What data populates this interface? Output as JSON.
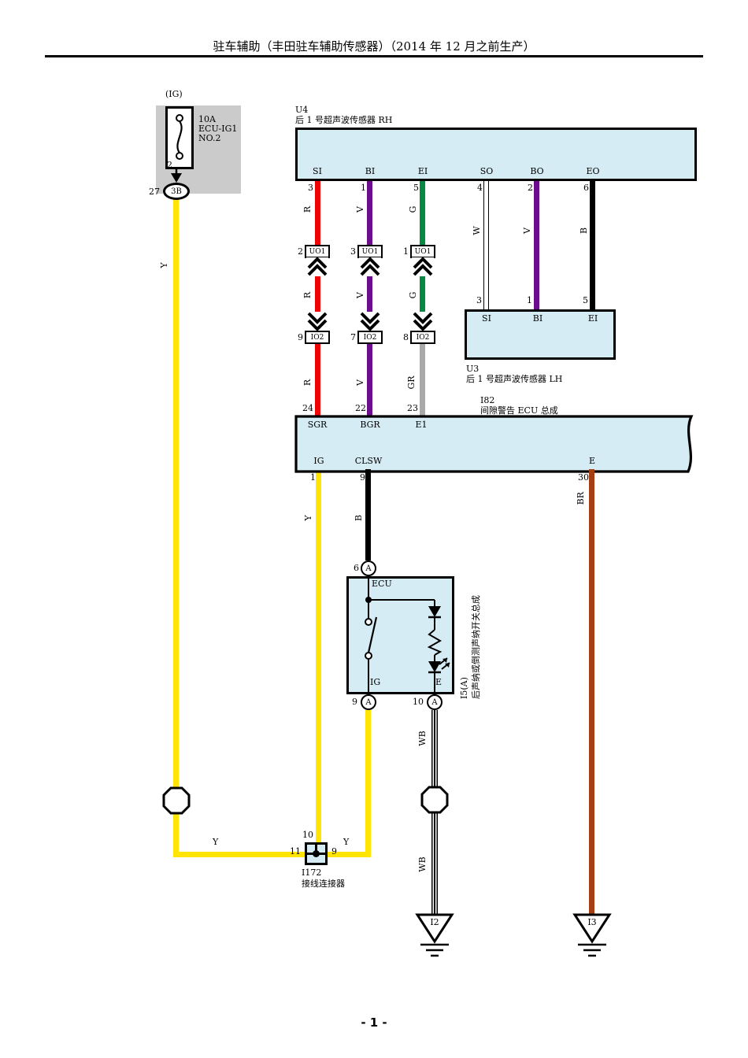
{
  "header": {
    "title": "驻车辅助（丰田驻车辅助传感器）（2014 年 12 月之前生产）"
  },
  "footer": {
    "page_number": "- 1 -"
  },
  "colors": {
    "wire_red": "#ee0405",
    "wire_violet": "#6b0d8c",
    "wire_green": "#068a43",
    "wire_yellow": "#ffe404",
    "wire_gray": "#a9a9a9",
    "wire_brown": "#a63e14",
    "wire_black": "#000000",
    "component_fill": "#d6ecf4",
    "fuse_area_fill": "#cbcbcb"
  },
  "fuse": {
    "top_label": "(IG)",
    "rating": "10A",
    "name_line1": "ECU-IG1",
    "name_line2": "NO.2",
    "pin": "2",
    "connector_number": "27",
    "connector_code": "3B"
  },
  "sensor_rh": {
    "code": "U4",
    "name": "后 1 号超声波传感器 RH",
    "pins": [
      {
        "name": "SI",
        "number": "3"
      },
      {
        "name": "BI",
        "number": "1"
      },
      {
        "name": "EI",
        "number": "5"
      },
      {
        "name": "SO",
        "number": "4"
      },
      {
        "name": "BO",
        "number": "2"
      },
      {
        "name": "EO",
        "number": "6"
      }
    ]
  },
  "sensor_lh": {
    "code": "U3",
    "name": "后 1 号超声波传感器 LH",
    "pins": [
      {
        "name": "SI",
        "number": "3"
      },
      {
        "name": "BI",
        "number": "1"
      },
      {
        "name": "EI",
        "number": "5"
      }
    ]
  },
  "inline_connectors": {
    "upper": {
      "code": "UO1",
      "pins": [
        "2",
        "3",
        "1"
      ]
    },
    "lower": {
      "code": "IO2",
      "pins": [
        "9",
        "7",
        "8"
      ]
    }
  },
  "ecu": {
    "code": "I82",
    "name": "间隙警告 ECU 总成",
    "top_pins": [
      {
        "name": "SGR",
        "number": "24"
      },
      {
        "name": "BGR",
        "number": "22"
      },
      {
        "name": "E1",
        "number": "23"
      }
    ],
    "bottom_pins": [
      {
        "name": "IG",
        "number": "1"
      },
      {
        "name": "CLSW",
        "number": "9"
      },
      {
        "name": "E",
        "number": "30"
      }
    ]
  },
  "sonar_switch": {
    "code": "I5(A)",
    "name": "后声纳或倒测声纳开关总成",
    "internal_label": "ECU",
    "top_pin": {
      "number": "6",
      "letter": "A"
    },
    "bottom_pins": [
      {
        "name": "IG",
        "number": "9",
        "letter": "A"
      },
      {
        "name": "E",
        "number": "10",
        "letter": "A"
      }
    ]
  },
  "junction_connector": {
    "code": "I172",
    "name": "接线连接器",
    "pin_top": "10",
    "pin_left": "11",
    "pin_right": "9"
  },
  "grounds": {
    "left": "I2",
    "right": "I3"
  },
  "wire_labels": {
    "fuse_feed": "Y",
    "rh_si_a": "R",
    "rh_bi_a": "V",
    "rh_ei_a": "G",
    "rh_si_b": "R",
    "rh_bi_b": "V",
    "rh_ei_b": "G",
    "rh_si_c": "R",
    "rh_bi_c": "V",
    "rh_ei_c": "GR",
    "rh_so": "W",
    "rh_bo": "V",
    "rh_eo": "B",
    "ecu_ig": "Y",
    "ecu_clsw": "B",
    "ecu_e": "BR",
    "switch_e_upper": "WB",
    "switch_e_lower": "WB",
    "junction_left": "Y",
    "junction_right": "Y"
  }
}
